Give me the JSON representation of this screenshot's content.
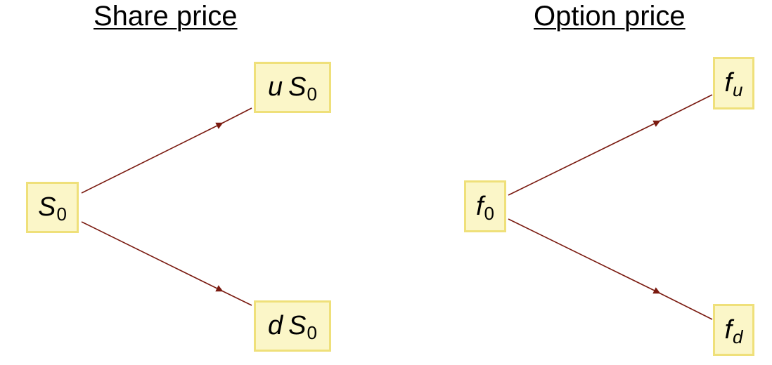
{
  "headings": {
    "share": "Share price",
    "option": "Option price"
  },
  "share_tree": {
    "root": {
      "var": "S",
      "sub": "0"
    },
    "up": {
      "coef": "u",
      "var": "S",
      "sub": "0"
    },
    "down": {
      "coef": "d",
      "var": "S",
      "sub": "0"
    }
  },
  "option_tree": {
    "root": {
      "var": "f",
      "sub": "0"
    },
    "up": {
      "var": "f",
      "sub": "u"
    },
    "down": {
      "var": "f",
      "sub": "d"
    }
  },
  "colors": {
    "node_fill": "#fbf6c8",
    "node_border": "#efe07a",
    "arrow": "#7a1a10",
    "text": "#000000"
  }
}
